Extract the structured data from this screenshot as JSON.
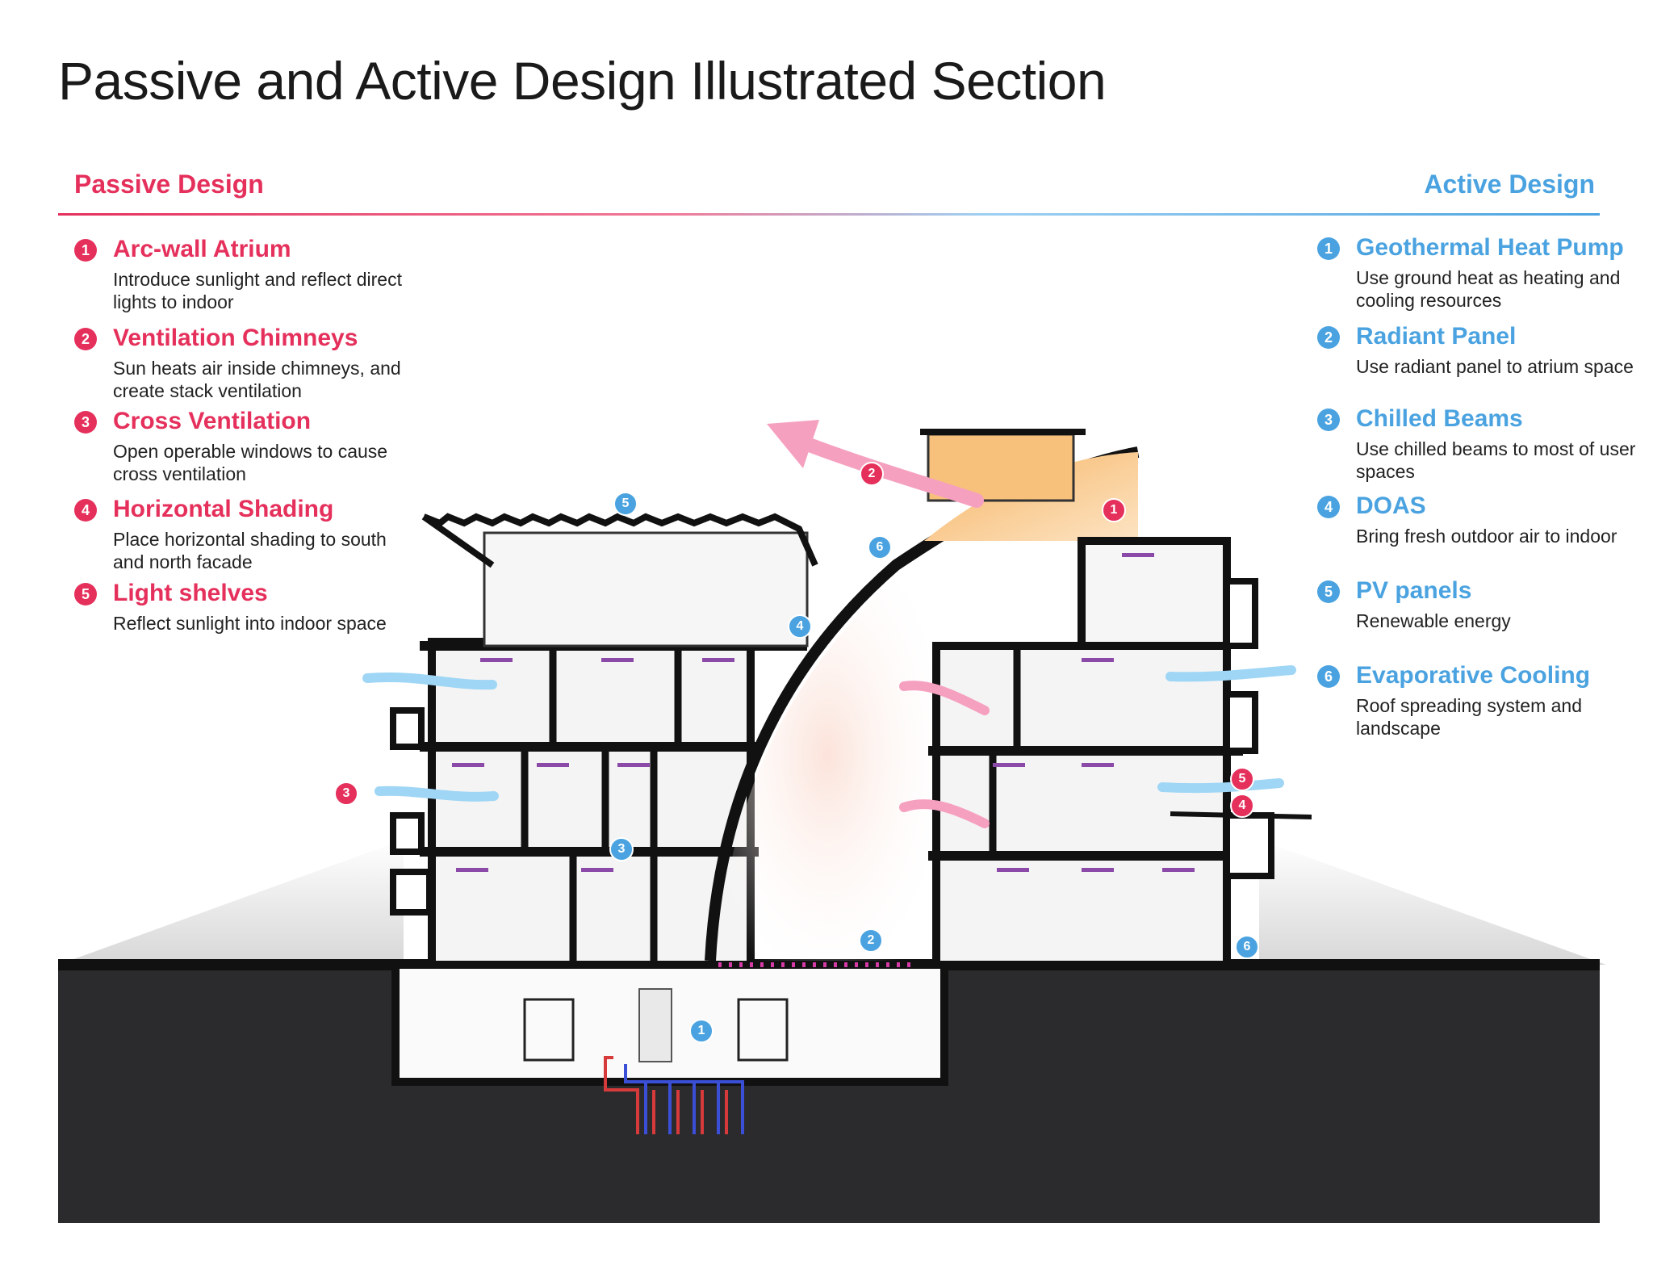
{
  "title": "Passive and Active Design Illustrated Section",
  "passive": {
    "heading": "Passive Design",
    "items": [
      {
        "num": "1",
        "title": "Arc-wall Atrium",
        "desc": "Introduce sunlight and reflect direct lights to indoor"
      },
      {
        "num": "2",
        "title": "Ventilation Chimneys",
        "desc": "Sun heats air inside chimneys, and create stack ventilation"
      },
      {
        "num": "3",
        "title": "Cross Ventilation",
        "desc": "Open operable windows to cause cross ventilation"
      },
      {
        "num": "4",
        "title": "Horizontal Shading",
        "desc": "Place horizontal shading to south and north facade"
      },
      {
        "num": "5",
        "title": "Light shelves",
        "desc": "Reflect sunlight into indoor space"
      }
    ]
  },
  "active": {
    "heading": "Active Design",
    "items": [
      {
        "num": "1",
        "title": "Geothermal Heat Pump",
        "desc": "Use ground heat as heating and cooling resources"
      },
      {
        "num": "2",
        "title": "Radiant Panel",
        "desc": "Use radiant panel to atrium space"
      },
      {
        "num": "3",
        "title": "Chilled Beams",
        "desc": "Use chilled beams to most of user spaces"
      },
      {
        "num": "4",
        "title": "DOAS",
        "desc": "Bring fresh outdoor air to indoor"
      },
      {
        "num": "5",
        "title": "PV panels",
        "desc": "Renewable energy"
      },
      {
        "num": "6",
        "title": "Evaporative Cooling",
        "desc": "Roof spreading system and landscape"
      }
    ]
  },
  "markers": {
    "passive": [
      "1",
      "2",
      "3",
      "4",
      "5"
    ],
    "active": [
      "1",
      "2",
      "3",
      "4",
      "5",
      "6",
      "6"
    ]
  },
  "colors": {
    "passive": "#e5305c",
    "active": "#4aa3e0",
    "ground": "#2b2b2d",
    "structure": "#111111"
  }
}
